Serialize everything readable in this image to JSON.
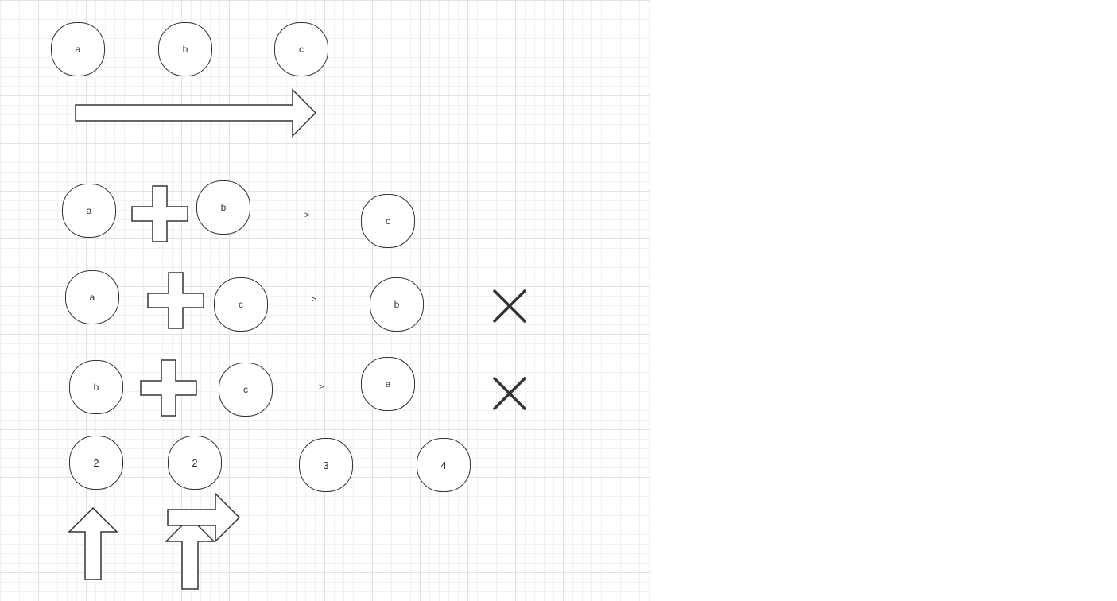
{
  "diagram": {
    "header": {
      "nodes": [
        "a",
        "b",
        "c"
      ]
    },
    "rows": [
      {
        "left": "a",
        "middle": "b",
        "symbol": ">",
        "right": "c",
        "crossed": false
      },
      {
        "left": "a",
        "middle": "c",
        "symbol": ">",
        "right": "b",
        "crossed": true
      },
      {
        "left": "b",
        "middle": "c",
        "symbol": ">",
        "right": "a",
        "crossed": true
      }
    ],
    "counts": [
      "2",
      "2",
      "3",
      "4"
    ]
  },
  "colors": {
    "stroke": "#333333",
    "grid_major": "#e1e1e1",
    "grid_minor": "#f1f1f1"
  }
}
